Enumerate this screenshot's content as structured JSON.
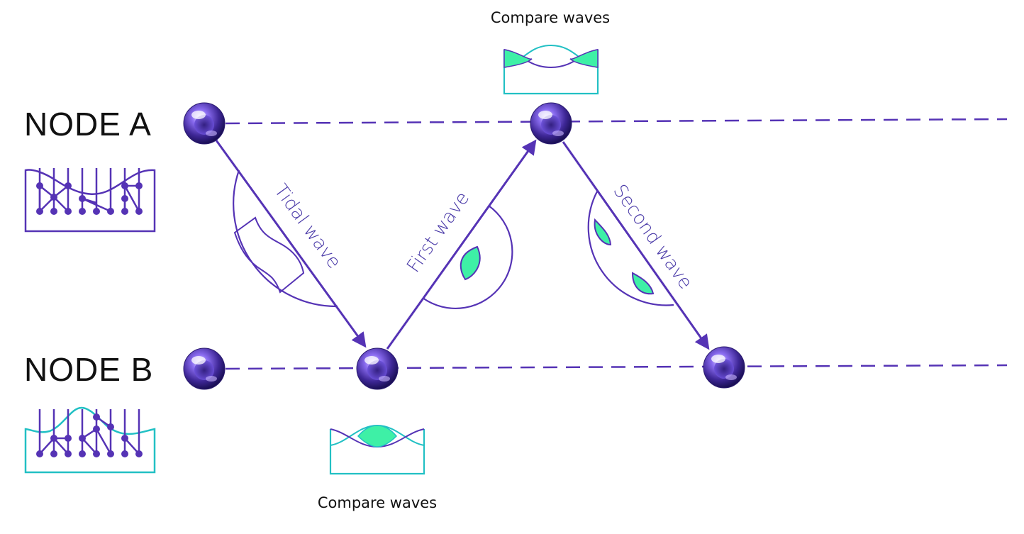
{
  "nodes": {
    "a_label": "NODE A",
    "b_label": "NODE B"
  },
  "waves": {
    "tidal": "Tidal wave",
    "first": "First wave",
    "second": "Second wave"
  },
  "captions": {
    "top": "Compare waves",
    "bottom": "Compare waves"
  },
  "colors": {
    "purple": "#5533b5",
    "teal": "#22c0c4",
    "mint": "#3ef0a6",
    "text": "#111111"
  }
}
